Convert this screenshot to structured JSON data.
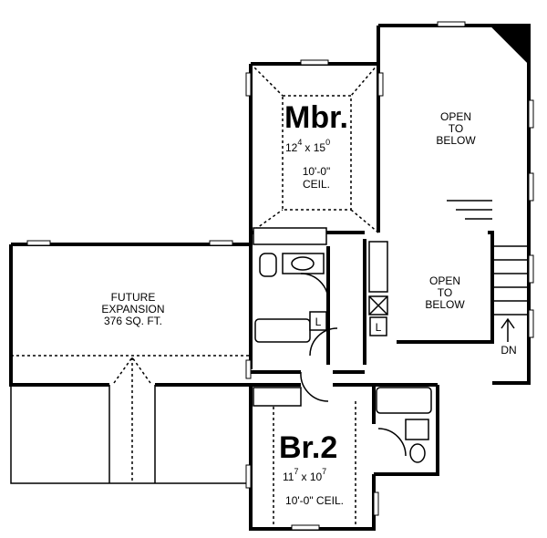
{
  "rooms": {
    "master": {
      "name": "Mbr.",
      "dim_w": "12",
      "dim_w_in": "4",
      "dim_x": "x 15",
      "dim_l_in": "0",
      "ceiling_1": "10'-0\"",
      "ceiling_2": "CEIL."
    },
    "bedroom2": {
      "name": "Br.2",
      "dim_w": "11",
      "dim_w_in": "7",
      "dim_x": "x 10",
      "dim_l_in": "7",
      "ceiling": "10'-0\" CEIL."
    },
    "future": {
      "line1": "FUTURE",
      "line2": "EXPANSION",
      "line3": "376 SQ. FT."
    },
    "open_upper": {
      "line1": "OPEN",
      "line2": "TO",
      "line3": "BELOW"
    },
    "open_lower": {
      "line1": "OPEN",
      "line2": "TO",
      "line3": "BELOW"
    }
  },
  "labels": {
    "linen_1": "L",
    "linen_2": "L",
    "stair_down": "DN"
  }
}
